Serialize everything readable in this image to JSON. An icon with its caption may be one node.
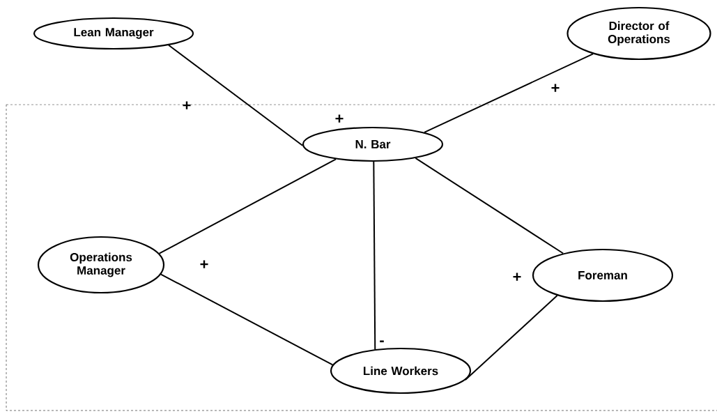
{
  "diagram": {
    "nodes": [
      {
        "text": [
          "Lean Manager"
        ]
      },
      {
        "text": [
          "Director of Operations"
        ]
      },
      {
        "text": [
          "N. Bar"
        ]
      },
      {
        "text": [
          "Operations Manager"
        ]
      },
      {
        "text": [
          "Foreman"
        ]
      },
      {
        "text": [
          "Line Workers"
        ]
      }
    ],
    "edges": [
      {
        "from": 0,
        "to": 2,
        "arrow": "none",
        "label": "+"
      },
      {
        "from": 1,
        "to": 2,
        "arrow": "none",
        "label": "+"
      },
      {
        "from": 2,
        "to": 3,
        "arrow": "none"
      },
      {
        "from": 2,
        "to": 5,
        "arrow": "none",
        "label": "-"
      },
      {
        "from": 2,
        "to": 4,
        "arrow": "none"
      },
      {
        "from": 3,
        "to": 5,
        "arrow": "none"
      },
      {
        "from": 4,
        "to": 5,
        "arrow": "none"
      }
    ],
    "labels": [
      "+",
      "+",
      "+"
    ]
  }
}
